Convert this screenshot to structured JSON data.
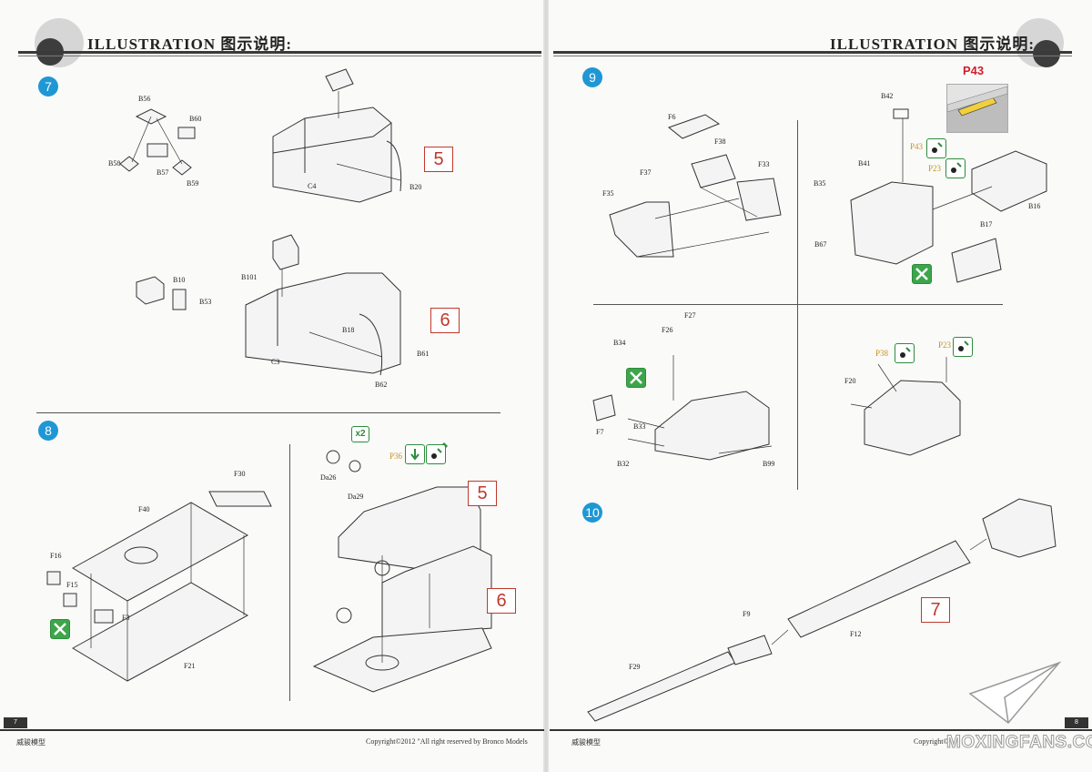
{
  "header": {
    "left_title": "ILLUSTRATION 图示说明:",
    "right_title": "ILLUSTRATION 图示说明:"
  },
  "steps": {
    "s7": "7",
    "s8": "8",
    "s9": "9",
    "s10": "10"
  },
  "callouts": {
    "c5a": "5",
    "c6a": "6",
    "c5b": "5",
    "c6b": "6",
    "c7": "7"
  },
  "parts": {
    "B56": "B56",
    "B60": "B60",
    "B58": "B58",
    "B57": "B57",
    "B59": "B59",
    "C4": "C4",
    "B20": "B20",
    "B10": "B10",
    "B53": "B53",
    "B101": "B101",
    "B18": "B18",
    "C3": "C3",
    "B61": "B61",
    "B62": "B62",
    "F30": "F30",
    "F40": "F40",
    "F16": "F16",
    "F15": "F15",
    "F3": "F3",
    "F21": "F21",
    "Da26": "Da26",
    "Da29": "Da29",
    "P36": "P36",
    "B42": "B42",
    "F6": "F6",
    "F38": "F38",
    "F33": "F33",
    "F37": "F37",
    "F35": "F35",
    "P43a": "P43",
    "P23a": "P23",
    "B41": "B41",
    "B35": "B35",
    "B67": "B67",
    "B17": "B17",
    "B16": "B16",
    "B34": "B34",
    "F26": "F26",
    "F27": "F27",
    "F7": "F7",
    "B33": "B33",
    "B32": "B32",
    "B99": "B99",
    "P38": "P38",
    "P23b": "P23",
    "F20": "F20",
    "F9": "F9",
    "F12": "F12",
    "F29": "F29"
  },
  "inset": {
    "label": "P43"
  },
  "x2": "x2",
  "footer": {
    "left_num": "7",
    "right_num": "8",
    "left_brand": "威骏模型",
    "right_brand": "威骏模型",
    "copyright": "Copyright©2012 \"All right reserved by Bronco Models",
    "copyright_right": "Copyright©",
    "watermark": "MOXINGFANS.COM"
  },
  "colors": {
    "step_blue": "#1f97d4",
    "callout_red": "#c0392b",
    "pe_orange": "#c8921b",
    "green": "#3da54a"
  },
  "icons": [
    "glue-icon",
    "cut-remove-icon",
    "paint-drop-icon",
    "bend-arrow-icon"
  ]
}
